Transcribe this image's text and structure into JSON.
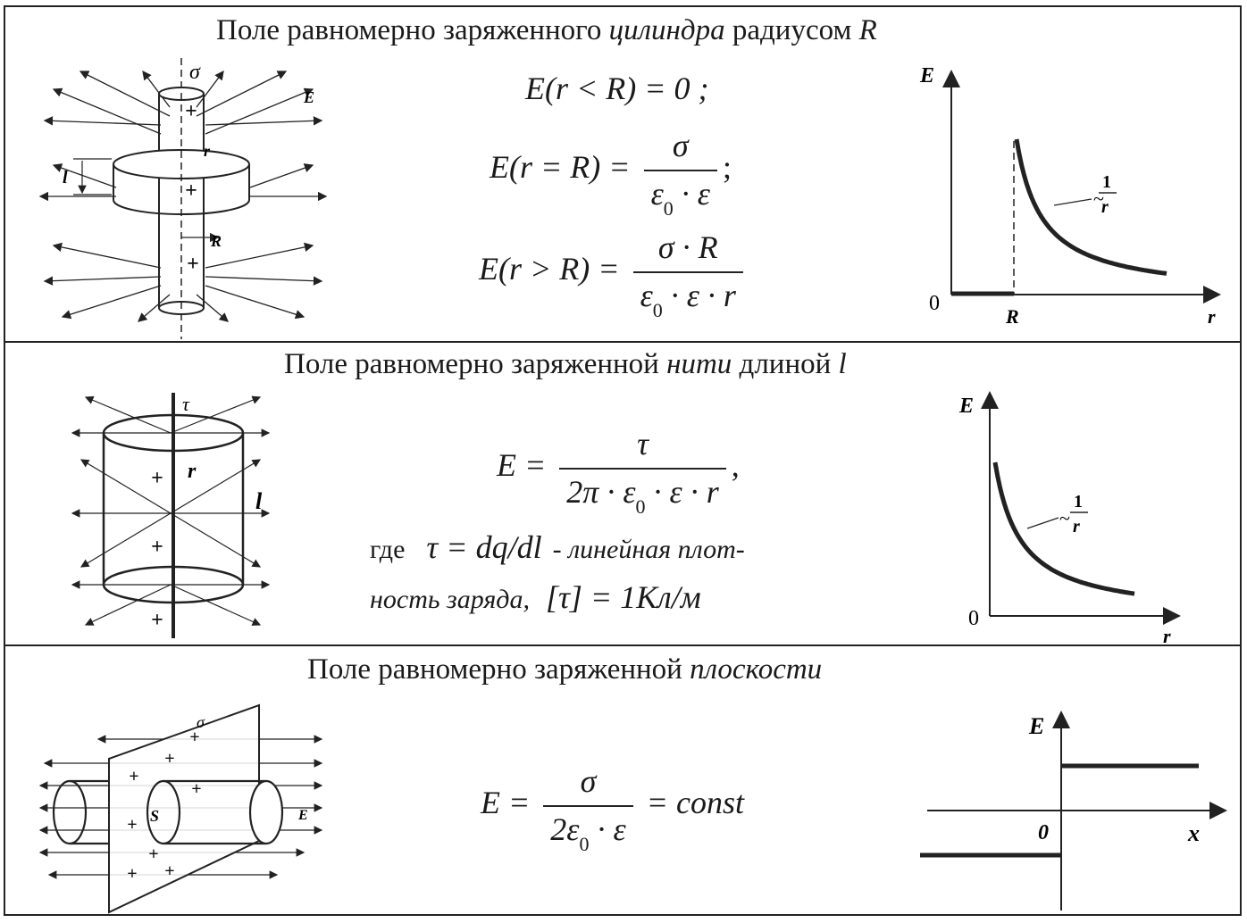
{
  "section_cylinder": {
    "title_prefix": "Поле  равномерно заряженного ",
    "title_italic": "цилиндра",
    "title_middle": " радиусом ",
    "title_symbol": "R",
    "formula1": "E(r < R) = 0 ;",
    "formula2_left": "E(r = R) = ",
    "formula2_num": "σ",
    "formula2_den_a": "ε",
    "formula2_den_sub": "0",
    "formula2_den_b": " · ε",
    "formula2_tail": ";",
    "formula3_left": "E(r > R) = ",
    "formula3_num": "σ · R",
    "formula3_den_a": "ε",
    "formula3_den_sub": "0",
    "formula3_den_b": " · ε · r",
    "diagram_labels": {
      "sigma": "σ",
      "field": "E⃗",
      "length": "l",
      "radius_r": "r",
      "radius_R": "R",
      "plus": "+"
    },
    "graph_labels": {
      "y": "E",
      "x": "r",
      "origin": "0",
      "mark": "R",
      "curve_num": "1",
      "curve_den": "r",
      "curve_tilde": "~"
    }
  },
  "section_thread": {
    "title_prefix": "Поле равномерно заряженной ",
    "title_italic": "нити",
    "title_middle": " длиной ",
    "title_symbol": "l",
    "formula_left": "E = ",
    "formula_num": "τ",
    "formula_den_a": "2π · ε",
    "formula_den_sub": "0",
    "formula_den_b": " · ε · r",
    "formula_tail": ",",
    "note_where": "где",
    "note_tau": "τ = dq/dl",
    "note_text1": "- линейная плот-",
    "note_text2": "ность заряда,",
    "note_unit": "[τ] = 1Кл/м",
    "diagram_labels": {
      "tau": "τ",
      "radius": "r",
      "length": "l",
      "plus": "+"
    },
    "graph_labels": {
      "y": "E",
      "x": "r",
      "origin": "0",
      "curve_num": "1",
      "curve_den": "r",
      "curve_tilde": "~"
    }
  },
  "section_plane": {
    "title_prefix": "Поле  равномерно заряженной  ",
    "title_italic": "плоскости",
    "formula_left": "E = ",
    "formula_num": "σ",
    "formula_den_a": "2ε",
    "formula_den_sub": "0",
    "formula_den_b": " · ε",
    "formula_tail": " = const",
    "diagram_labels": {
      "sigma": "σ",
      "area": "S",
      "field": "E⃗",
      "plus": "+"
    },
    "graph_labels": {
      "y": "E",
      "x": "x",
      "origin": "0"
    }
  }
}
